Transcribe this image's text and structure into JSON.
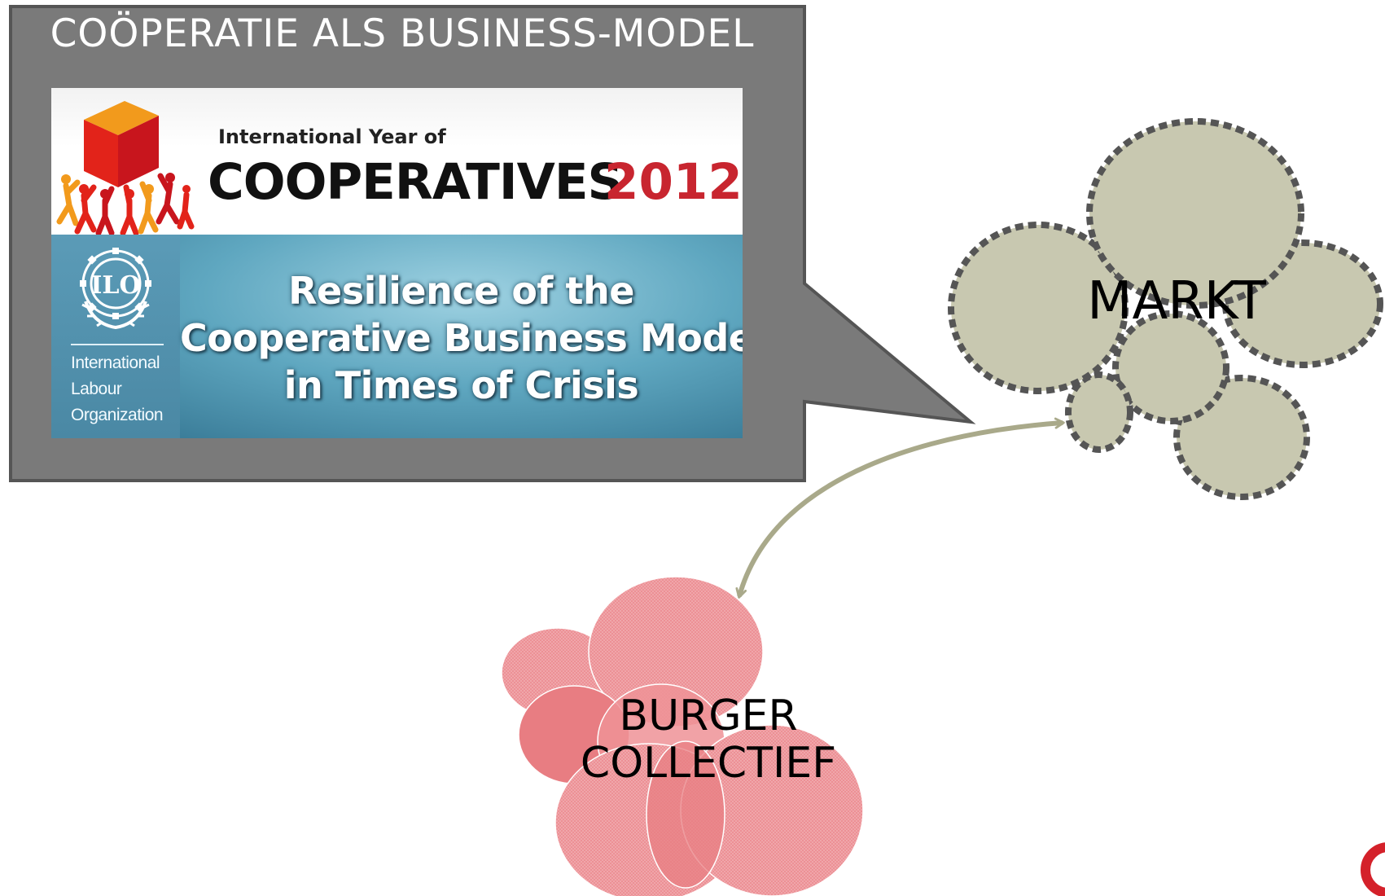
{
  "callout": {
    "title": "COÖPERATIE ALS BUSINESS-MODEL"
  },
  "banner": {
    "iyc_year_of": "International Year of",
    "iyc_name": "COOPERATIVES",
    "iyc_year": "2012",
    "ilo_acronym": "ILO",
    "ilo_org_lines": [
      "International",
      "Labour",
      "Organization"
    ],
    "crisis_lines": [
      "Resilience of the",
      "Cooperative Business Model",
      "in Times of Crisis"
    ]
  },
  "nodes": {
    "markt_label": "MARKT",
    "burger_lines": [
      "BURGER",
      "COLLECTIEF"
    ]
  },
  "colors": {
    "callout_fill": "#7a7a7a",
    "callout_border": "#555555",
    "markt_fill": "#c8c8b0",
    "markt_border": "#555555",
    "burger_fill": "#e97a80",
    "connector": "#a9a98a",
    "iyc_red": "#c8252f",
    "cube_orange": "#f29a1c",
    "cube_red": "#e2231a"
  }
}
